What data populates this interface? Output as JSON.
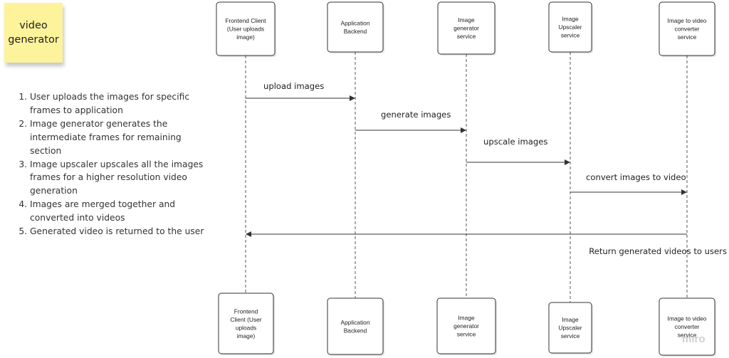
{
  "sticky_note": {
    "line1": "video",
    "line2": "generator"
  },
  "steps": [
    "User uploads the images for specific frames to application",
    "Image generator generates the intermediate frames for remaining section",
    "Image upscaler upscales all the images frames for a higher resolution video generation",
    "Images are merged together and converted into videos",
    "Generated video is returned to the user"
  ],
  "actors": [
    {
      "id": "frontend",
      "top_lines": [
        "Frontend Client",
        "(User uploads",
        "image)"
      ],
      "bottom_lines": [
        "Frontend",
        "Client (User",
        "uploads",
        "image)"
      ]
    },
    {
      "id": "backend",
      "top_lines": [
        "Application",
        "Backend"
      ],
      "bottom_lines": [
        "Application",
        "Backend"
      ]
    },
    {
      "id": "generator",
      "top_lines": [
        "Image",
        "generator",
        "service"
      ],
      "bottom_lines": [
        "Image",
        "generator",
        "service"
      ]
    },
    {
      "id": "upscaler",
      "top_lines": [
        "Image",
        "Upscaler",
        "service"
      ],
      "bottom_lines": [
        "Image",
        "Upscaler",
        "service"
      ]
    },
    {
      "id": "converter",
      "top_lines": [
        "Image to video",
        "converter",
        "service"
      ],
      "bottom_lines": [
        "Image to video",
        "converter",
        "service"
      ]
    }
  ],
  "messages": [
    {
      "from": "frontend",
      "to": "backend",
      "label": "upload images"
    },
    {
      "from": "backend",
      "to": "generator",
      "label": "generate images"
    },
    {
      "from": "generator",
      "to": "upscaler",
      "label": "upscale images"
    },
    {
      "from": "upscaler",
      "to": "converter",
      "label": "convert images to video"
    },
    {
      "from": "converter",
      "to": "frontend",
      "label": "Return generated videos to users"
    }
  ],
  "watermark": "miro",
  "colors": {
    "sticky": "#fdf39a",
    "line": "#333333",
    "lifeline": "#555555"
  }
}
